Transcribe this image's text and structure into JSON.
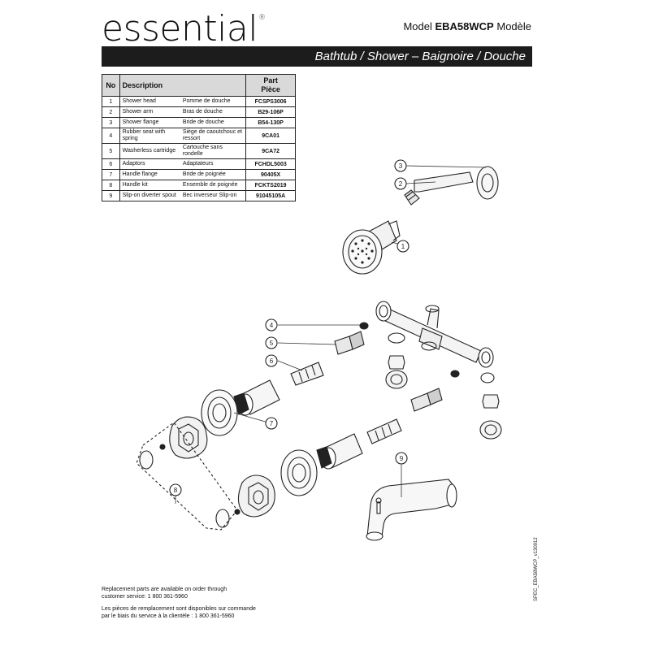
{
  "brand": {
    "name": "essential",
    "reg": "®"
  },
  "model": {
    "prefix": "Model",
    "number": "EBA58WCP",
    "suffix": "Modèle"
  },
  "banner": "Bathtub / Shower – Baignoire / Douche",
  "table": {
    "headers": {
      "no": "No",
      "description": "Description",
      "part_l1": "Part",
      "part_l2": "Pièce"
    },
    "rows": [
      {
        "no": "1",
        "en": "Shower head",
        "fr": "Pomme de douche",
        "part": "FCSPS3006"
      },
      {
        "no": "2",
        "en": "Shower arm",
        "fr": "Bras de douche",
        "part": "B29-106P"
      },
      {
        "no": "3",
        "en": "Shower flange",
        "fr": "Bride de douche",
        "part": "B54-130P"
      },
      {
        "no": "4",
        "en": "Rubber seat with spring",
        "fr": "Siège de caoutchouc et ressort",
        "part": "9CA01"
      },
      {
        "no": "5",
        "en": "Washerless cartridge",
        "fr": "Cartouche sans rondelle",
        "part": "9CA72"
      },
      {
        "no": "6",
        "en": "Adaptors",
        "fr": "Adaptateurs",
        "part": "FCHDL5003"
      },
      {
        "no": "7",
        "en": "Handle flange",
        "fr": "Bride de poignée",
        "part": "90405X"
      },
      {
        "no": "8",
        "en": "Handle kit",
        "fr": "Ensemble de poignée",
        "part": "FCKTS2019"
      },
      {
        "no": "9",
        "en": "Slip-on diverter spout",
        "fr": "Bec inverseur Slip-on",
        "part": "91045105A"
      }
    ]
  },
  "callouts": [
    "1",
    "2",
    "3",
    "4",
    "5",
    "6",
    "7",
    "8",
    "9"
  ],
  "footer": {
    "en_line1": "Replacement parts are available on order through",
    "en_line2": "customer service: 1 800 361-5960",
    "fr_line1": "Les pièces de remplacement sont disponibles sur commande",
    "fr_line2": "par le biais du service à la clientèle : 1 800 361-5960"
  },
  "side_code": "SPEC_EBA58WCP_v130912"
}
